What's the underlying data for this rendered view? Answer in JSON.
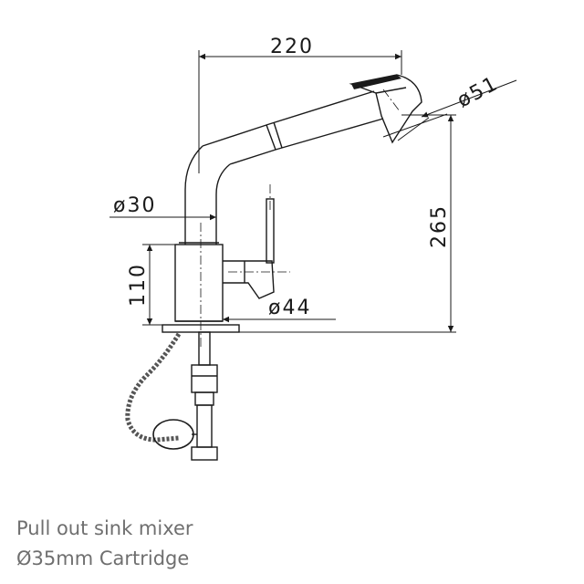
{
  "drawing": {
    "dimensions": {
      "length": "220",
      "spout_diameter": "ø51",
      "height": "265",
      "tube_diameter": "ø30",
      "body_height": "110",
      "base_diameter": "ø44"
    }
  },
  "caption": {
    "line1": "Pull out sink mixer",
    "line2": "Ø35mm Cartridge"
  },
  "colors": {
    "line": "#1a1a1a",
    "caption": "#6f6f6f",
    "hose": "#555555"
  }
}
